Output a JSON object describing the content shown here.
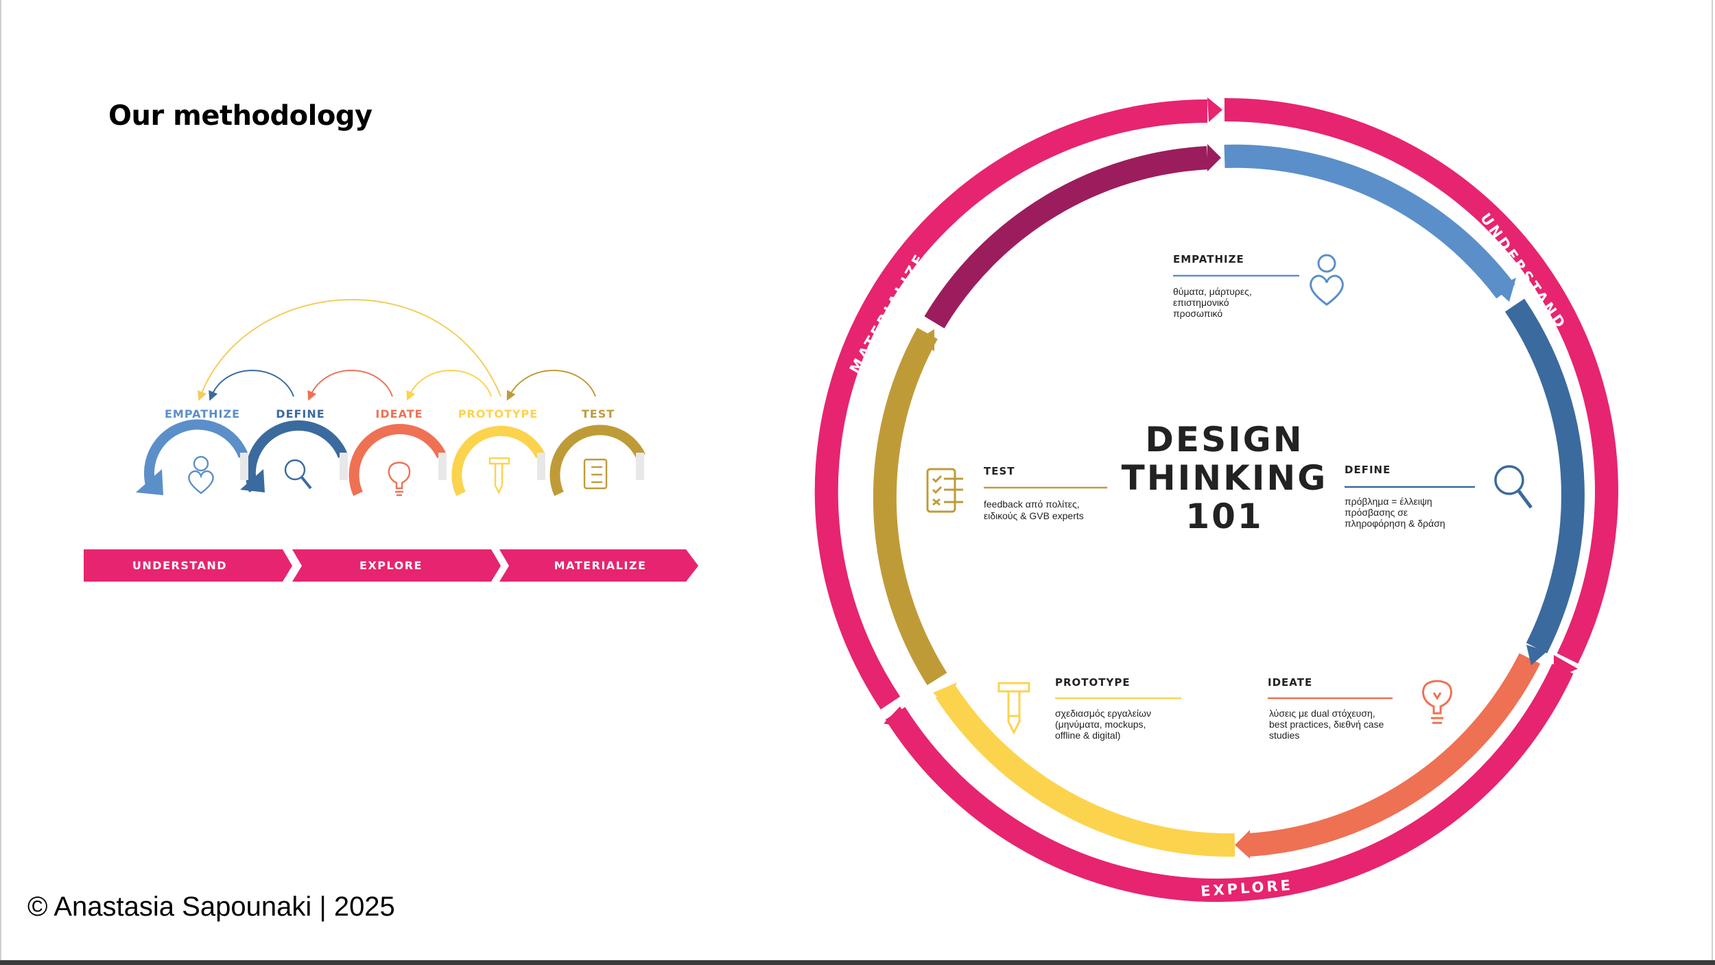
{
  "title": "Our methodology",
  "copyright": "© Anastasia Sapounaki | 2025",
  "small_diagram": {
    "phases": [
      {
        "label": "EMPATHIZE",
        "color": "#5b8fc9",
        "icon": "person-heart-icon"
      },
      {
        "label": "DEFINE",
        "color": "#3b6a9e",
        "icon": "magnifier-icon"
      },
      {
        "label": "IDEATE",
        "color": "#ef7153",
        "icon": "lightbulb-icon"
      },
      {
        "label": "PROTOTYPE",
        "color": "#fcd34d",
        "icon": "hammer-pencil-icon"
      },
      {
        "label": "TEST",
        "color": "#bf9b38",
        "icon": "checklist-icon"
      }
    ],
    "bands": [
      "UNDERSTAND",
      "EXPLORE",
      "MATERIALIZE"
    ],
    "band_color": "#e7246f"
  },
  "cycle": {
    "center_lines": [
      "DESIGN",
      "THINKING",
      "101"
    ],
    "outer_labels": [
      "UNDERSTAND",
      "EXPLORE",
      "MATERIALIZE"
    ],
    "outer_color": "#e7246f",
    "steps": [
      {
        "title": "EMPATHIZE",
        "desc": [
          "θύματα, μάρτυρες,",
          "επιστημονικό",
          "προσωπικό"
        ],
        "color": "#5b8fc9",
        "icon": "person-heart-icon"
      },
      {
        "title": "DEFINE",
        "desc": [
          "πρόβλημα = έλλειψη",
          "πρόσβασης σε",
          "πληροφόρηση & δράση"
        ],
        "color": "#3b6a9e",
        "icon": "magnifier-icon"
      },
      {
        "title": "IDEATE",
        "desc": [
          "λύσεις με dual στόχευση,",
          "best practices, διεθνή case",
          "studies"
        ],
        "color": "#ef7153",
        "icon": "lightbulb-icon"
      },
      {
        "title": "PROTOTYPE",
        "desc": [
          "σχεδιασμός εργαλείων",
          "(μηνύματα, mockups,",
          "offline & digital)"
        ],
        "color": "#fcd34d",
        "icon": "hammer-pencil-icon"
      },
      {
        "title": "TEST",
        "desc": [
          "feedback από πολίτες,",
          "ειδικούς & GVB experts"
        ],
        "color": "#bf9b38",
        "icon": "checklist-icon"
      }
    ],
    "segment_colors": {
      "empathize": "#5b8fc9",
      "define": "#3b6a9e",
      "ideate": "#ef7153",
      "prototype": "#fcd34d",
      "test": "#bf9b38",
      "materialize_inner": "#9c1d5d"
    }
  }
}
